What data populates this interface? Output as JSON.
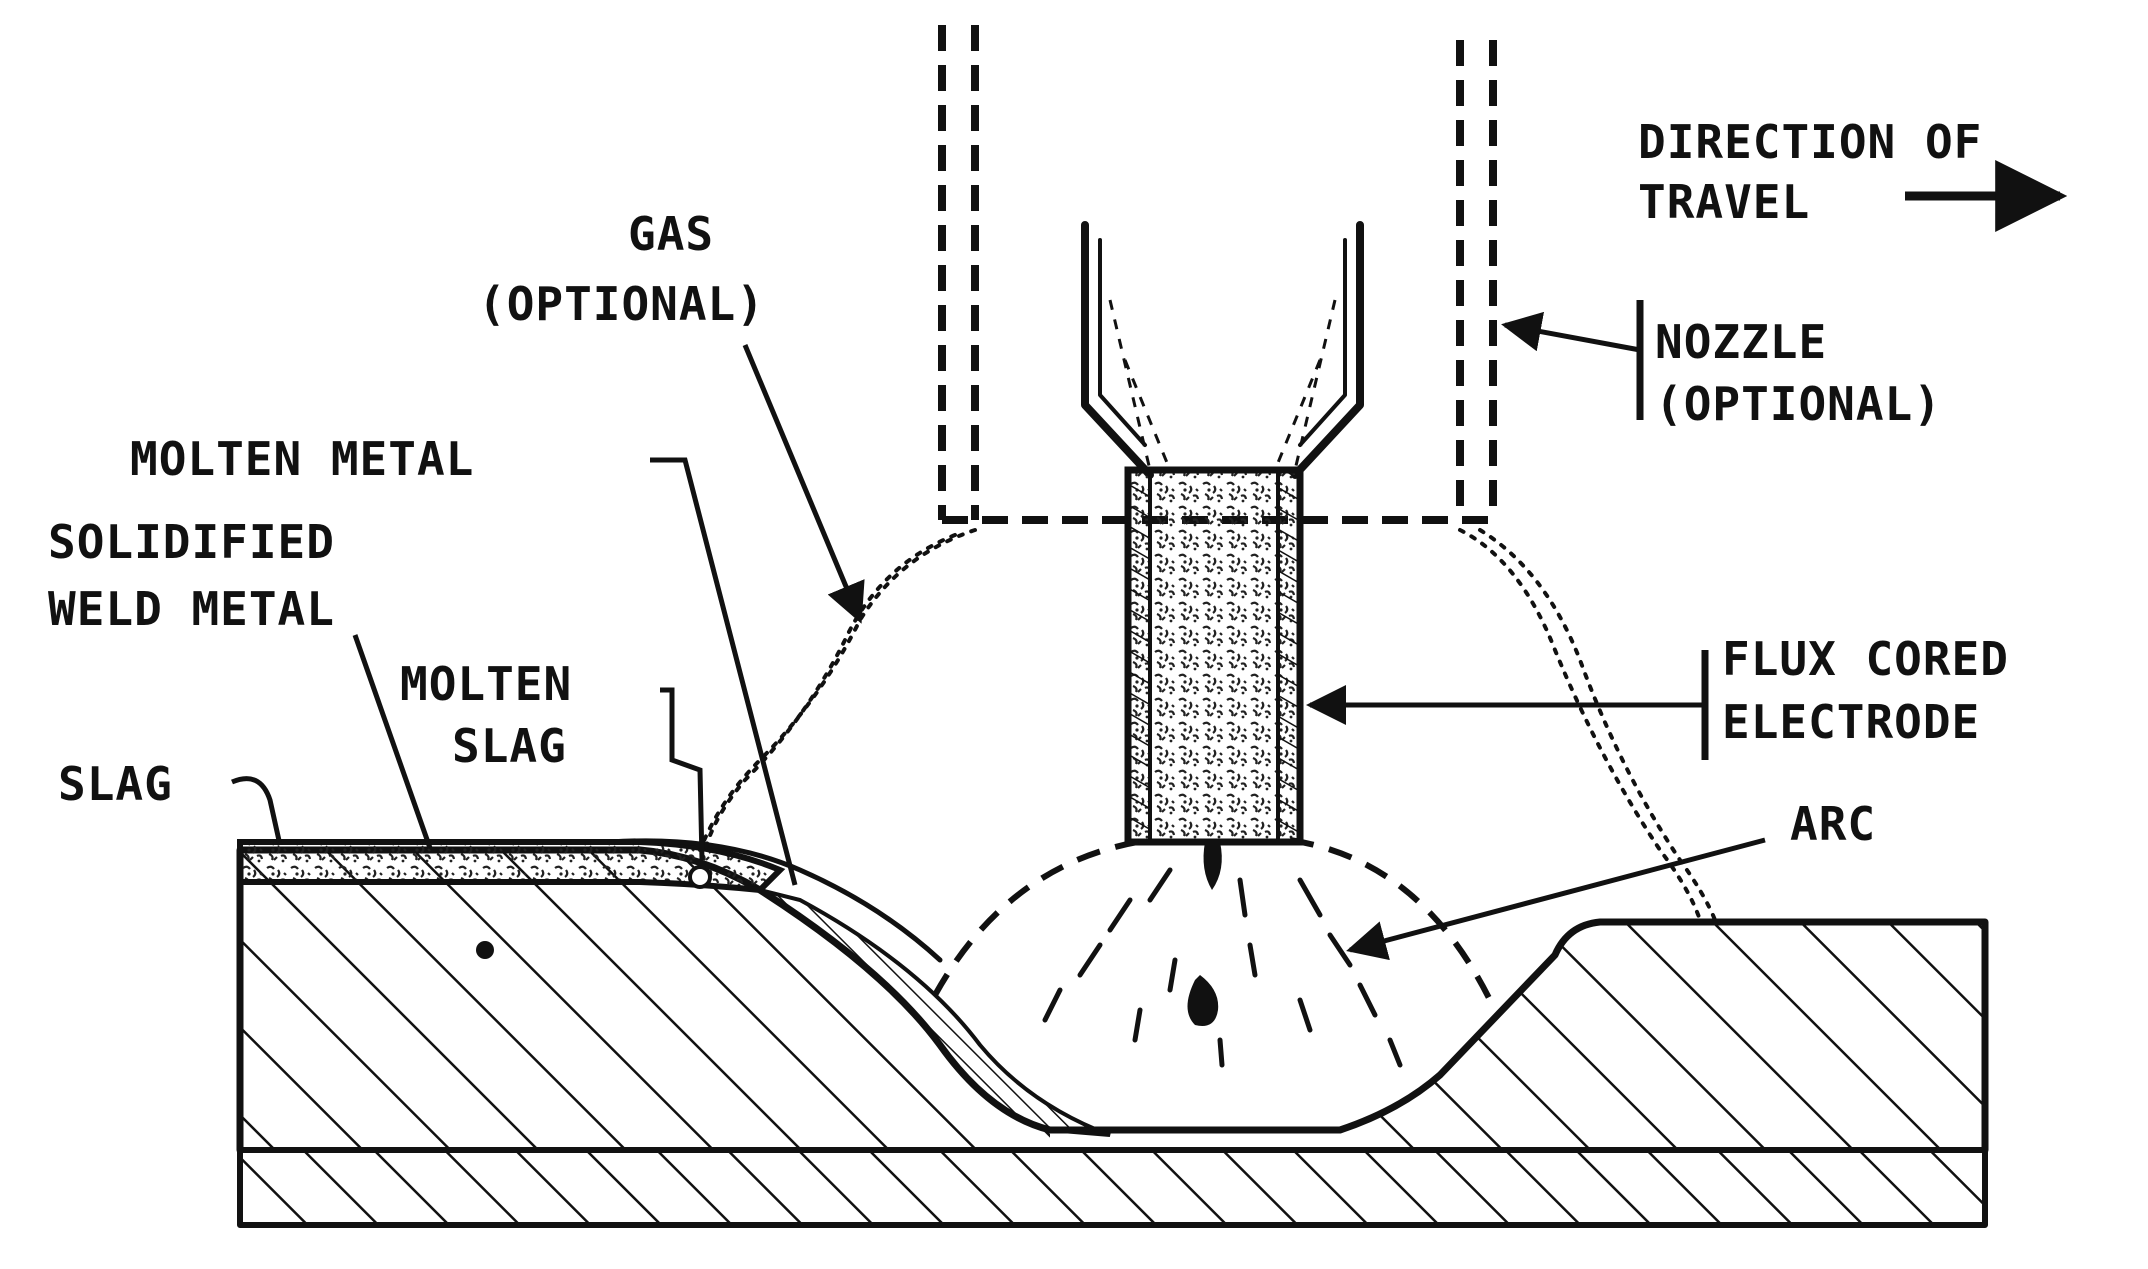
{
  "labels": {
    "direction_line1": "DIRECTION OF",
    "direction_line2": "TRAVEL",
    "gas_line1": "GAS",
    "gas_line2": "(OPTIONAL)",
    "nozzle_line1": "NOZZLE",
    "nozzle_line2": "(OPTIONAL)",
    "molten_metal": "MOLTEN METAL",
    "solidified_line1": "SOLIDIFIED",
    "solidified_line2": "WELD METAL",
    "molten_slag_line1": "MOLTEN",
    "molten_slag_line2": "SLAG",
    "slag": "SLAG",
    "flux_line1": "FLUX CORED",
    "flux_line2": "ELECTRODE",
    "arc": "ARC"
  },
  "colors": {
    "ink": "#111111",
    "background": "#ffffff"
  }
}
